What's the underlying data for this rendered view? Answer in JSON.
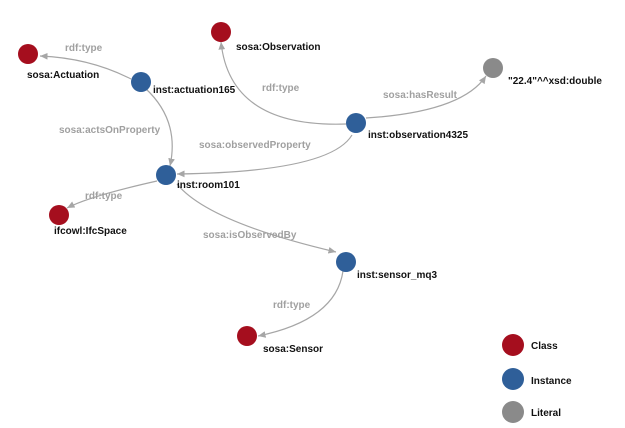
{
  "colors": {
    "class": "#a50e1e",
    "instance": "#2f5f99",
    "literal": "#8a8a8a",
    "edge": "#a6a6a6",
    "edge_label": "#a0a0a0",
    "text": "#111111"
  },
  "nodes": {
    "sosa_actuation": {
      "label": "sosa:Actuation",
      "kind": "class"
    },
    "inst_actuation165": {
      "label": "inst:actuation165",
      "kind": "instance"
    },
    "sosa_observation": {
      "label": "sosa:Observation",
      "kind": "class"
    },
    "literal_value": {
      "label": "\"22.4\"^^xsd:double",
      "kind": "literal"
    },
    "inst_observation4325": {
      "label": "inst:observation4325",
      "kind": "instance"
    },
    "inst_room101": {
      "label": "inst:room101",
      "kind": "instance"
    },
    "ifcowl_ifcspace": {
      "label": "ifcowl:IfcSpace",
      "kind": "class"
    },
    "inst_sensor_mq3": {
      "label": "inst:sensor_mq3",
      "kind": "instance"
    },
    "sosa_sensor": {
      "label": "sosa:Sensor",
      "kind": "class"
    }
  },
  "edges": {
    "actuation_type": {
      "label": "rdf:type",
      "kind": "edge"
    },
    "acts_on_property": {
      "label": "sosa:actsOnProperty",
      "kind": "edge"
    },
    "observation_type": {
      "label": "rdf:type",
      "kind": "edge"
    },
    "has_result": {
      "label": "sosa:hasResult",
      "kind": "edge"
    },
    "observed_property": {
      "label": "sosa:observedProperty",
      "kind": "edge"
    },
    "room_type": {
      "label": "rdf:type",
      "kind": "edge"
    },
    "is_observed_by": {
      "label": "sosa:isObservedBy",
      "kind": "edge"
    },
    "sensor_type": {
      "label": "rdf:type",
      "kind": "edge"
    }
  },
  "legend": {
    "class": "Class",
    "instance": "Instance",
    "literal": "Literal"
  }
}
